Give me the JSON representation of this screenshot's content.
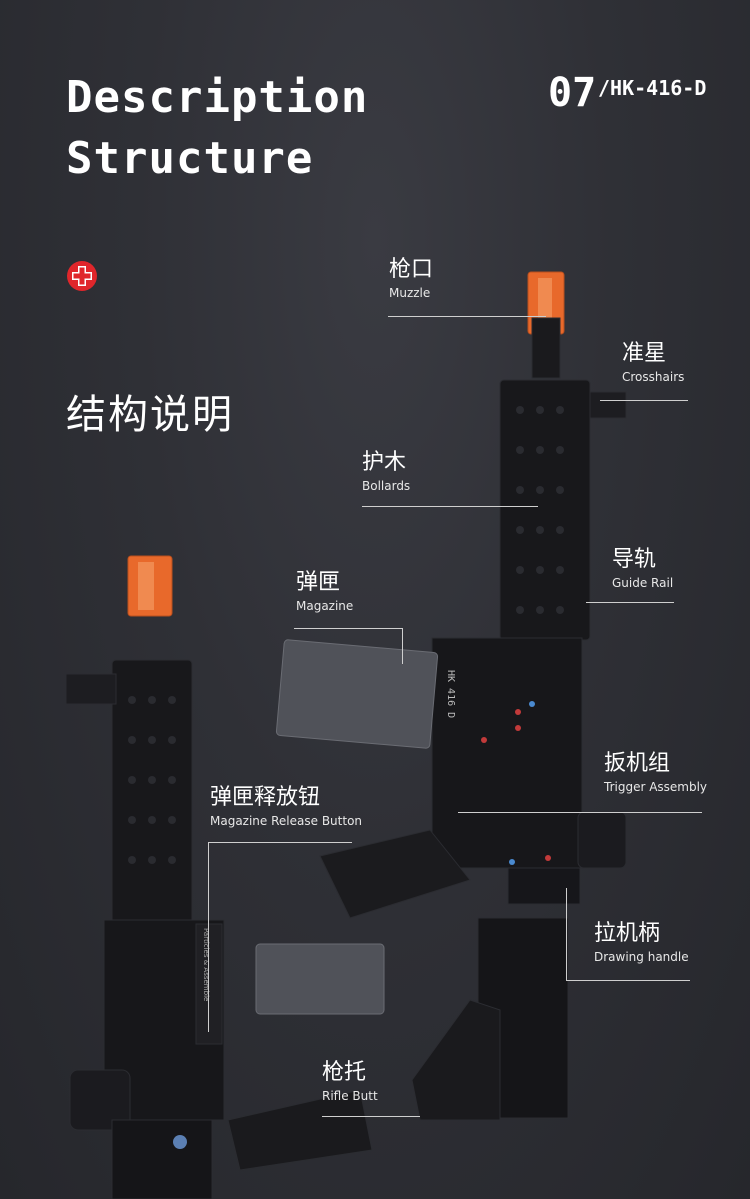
{
  "header": {
    "title_line1": "Description",
    "title_line2": "Structure",
    "page_number": "07",
    "model": "/HK-416-D"
  },
  "section_title": "结构说明",
  "icons": {
    "badge": "red-cross-icon"
  },
  "colors": {
    "accent": "#e0262b",
    "orange": "#ec6a2a",
    "background": "#2d2e33"
  },
  "labels": {
    "muzzle": {
      "zh": "枪口",
      "en": "Muzzle"
    },
    "crosshairs": {
      "zh": "准星",
      "en": "Crosshairs"
    },
    "bollards": {
      "zh": "护木",
      "en": "Bollards"
    },
    "guide_rail": {
      "zh": "导轨",
      "en": "Guide Rail"
    },
    "magazine": {
      "zh": "弹匣",
      "en": "Magazine"
    },
    "trigger": {
      "zh": "扳机组",
      "en": "Trigger Assembly"
    },
    "release": {
      "zh": "弹匣释放钮",
      "en": "Magazine Release Button"
    },
    "handle": {
      "zh": "拉机柄",
      "en": "Drawing handle"
    },
    "butt": {
      "zh": "枪托",
      "en": "Rifle Butt"
    }
  },
  "printed_marks": {
    "receiver_text": "HK 416 D",
    "sticker_text": "Particles & Assemble"
  }
}
